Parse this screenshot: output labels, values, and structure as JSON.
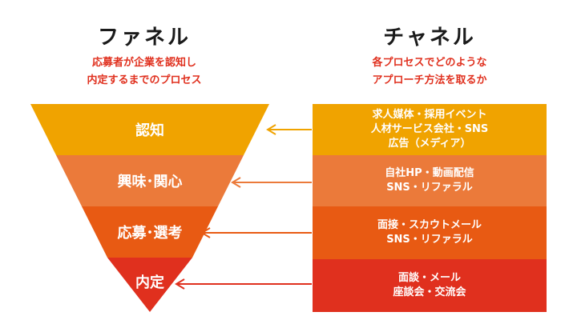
{
  "left": {
    "heading": "ファネル",
    "subtitle": [
      "応募者が企業を認知し",
      "内定するまでのプロセス"
    ]
  },
  "right": {
    "heading": "チャネル",
    "subtitle": [
      "各プロセスでどのような",
      "アプローチ方法を取るか"
    ]
  },
  "colors": {
    "stage1": "#f0a300",
    "stage2": "#eb7a3a",
    "stage3": "#e85a13",
    "stage4": "#e0301e",
    "subtitle": "#e0301e"
  },
  "stages": [
    {
      "label": "認知",
      "channel_lines": [
        "求人媒体・採用イベント",
        "人材サービス会社・SNS",
        "広告（メディア）"
      ]
    },
    {
      "label": "興味･関心",
      "channel_lines": [
        "自社HP・動画配信",
        "SNS・リファラル"
      ]
    },
    {
      "label": "応募･選考",
      "channel_lines": [
        "面接・スカウトメール",
        "SNS・リファラル"
      ]
    },
    {
      "label": "内定",
      "channel_lines": [
        "面談・メール",
        "座談会・交流会"
      ]
    }
  ]
}
